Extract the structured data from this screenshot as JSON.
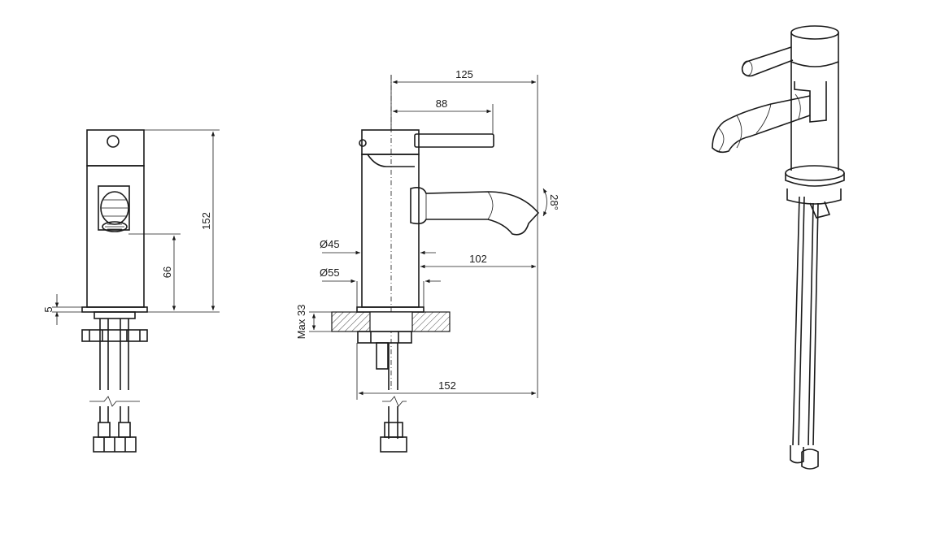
{
  "front_view": {
    "height_total": "152",
    "spout_height": "66",
    "base_thickness": "5"
  },
  "side_view": {
    "overall_width": "125",
    "handle_reach": "88",
    "spout_angle": "28°",
    "spout_reach": "102",
    "body_diameter": "Ø45",
    "base_diameter": "Ø55",
    "mount_thickness": "Max 33",
    "total_length": "152"
  },
  "colors": {
    "line": "#1a1a1a",
    "background": "#ffffff"
  }
}
